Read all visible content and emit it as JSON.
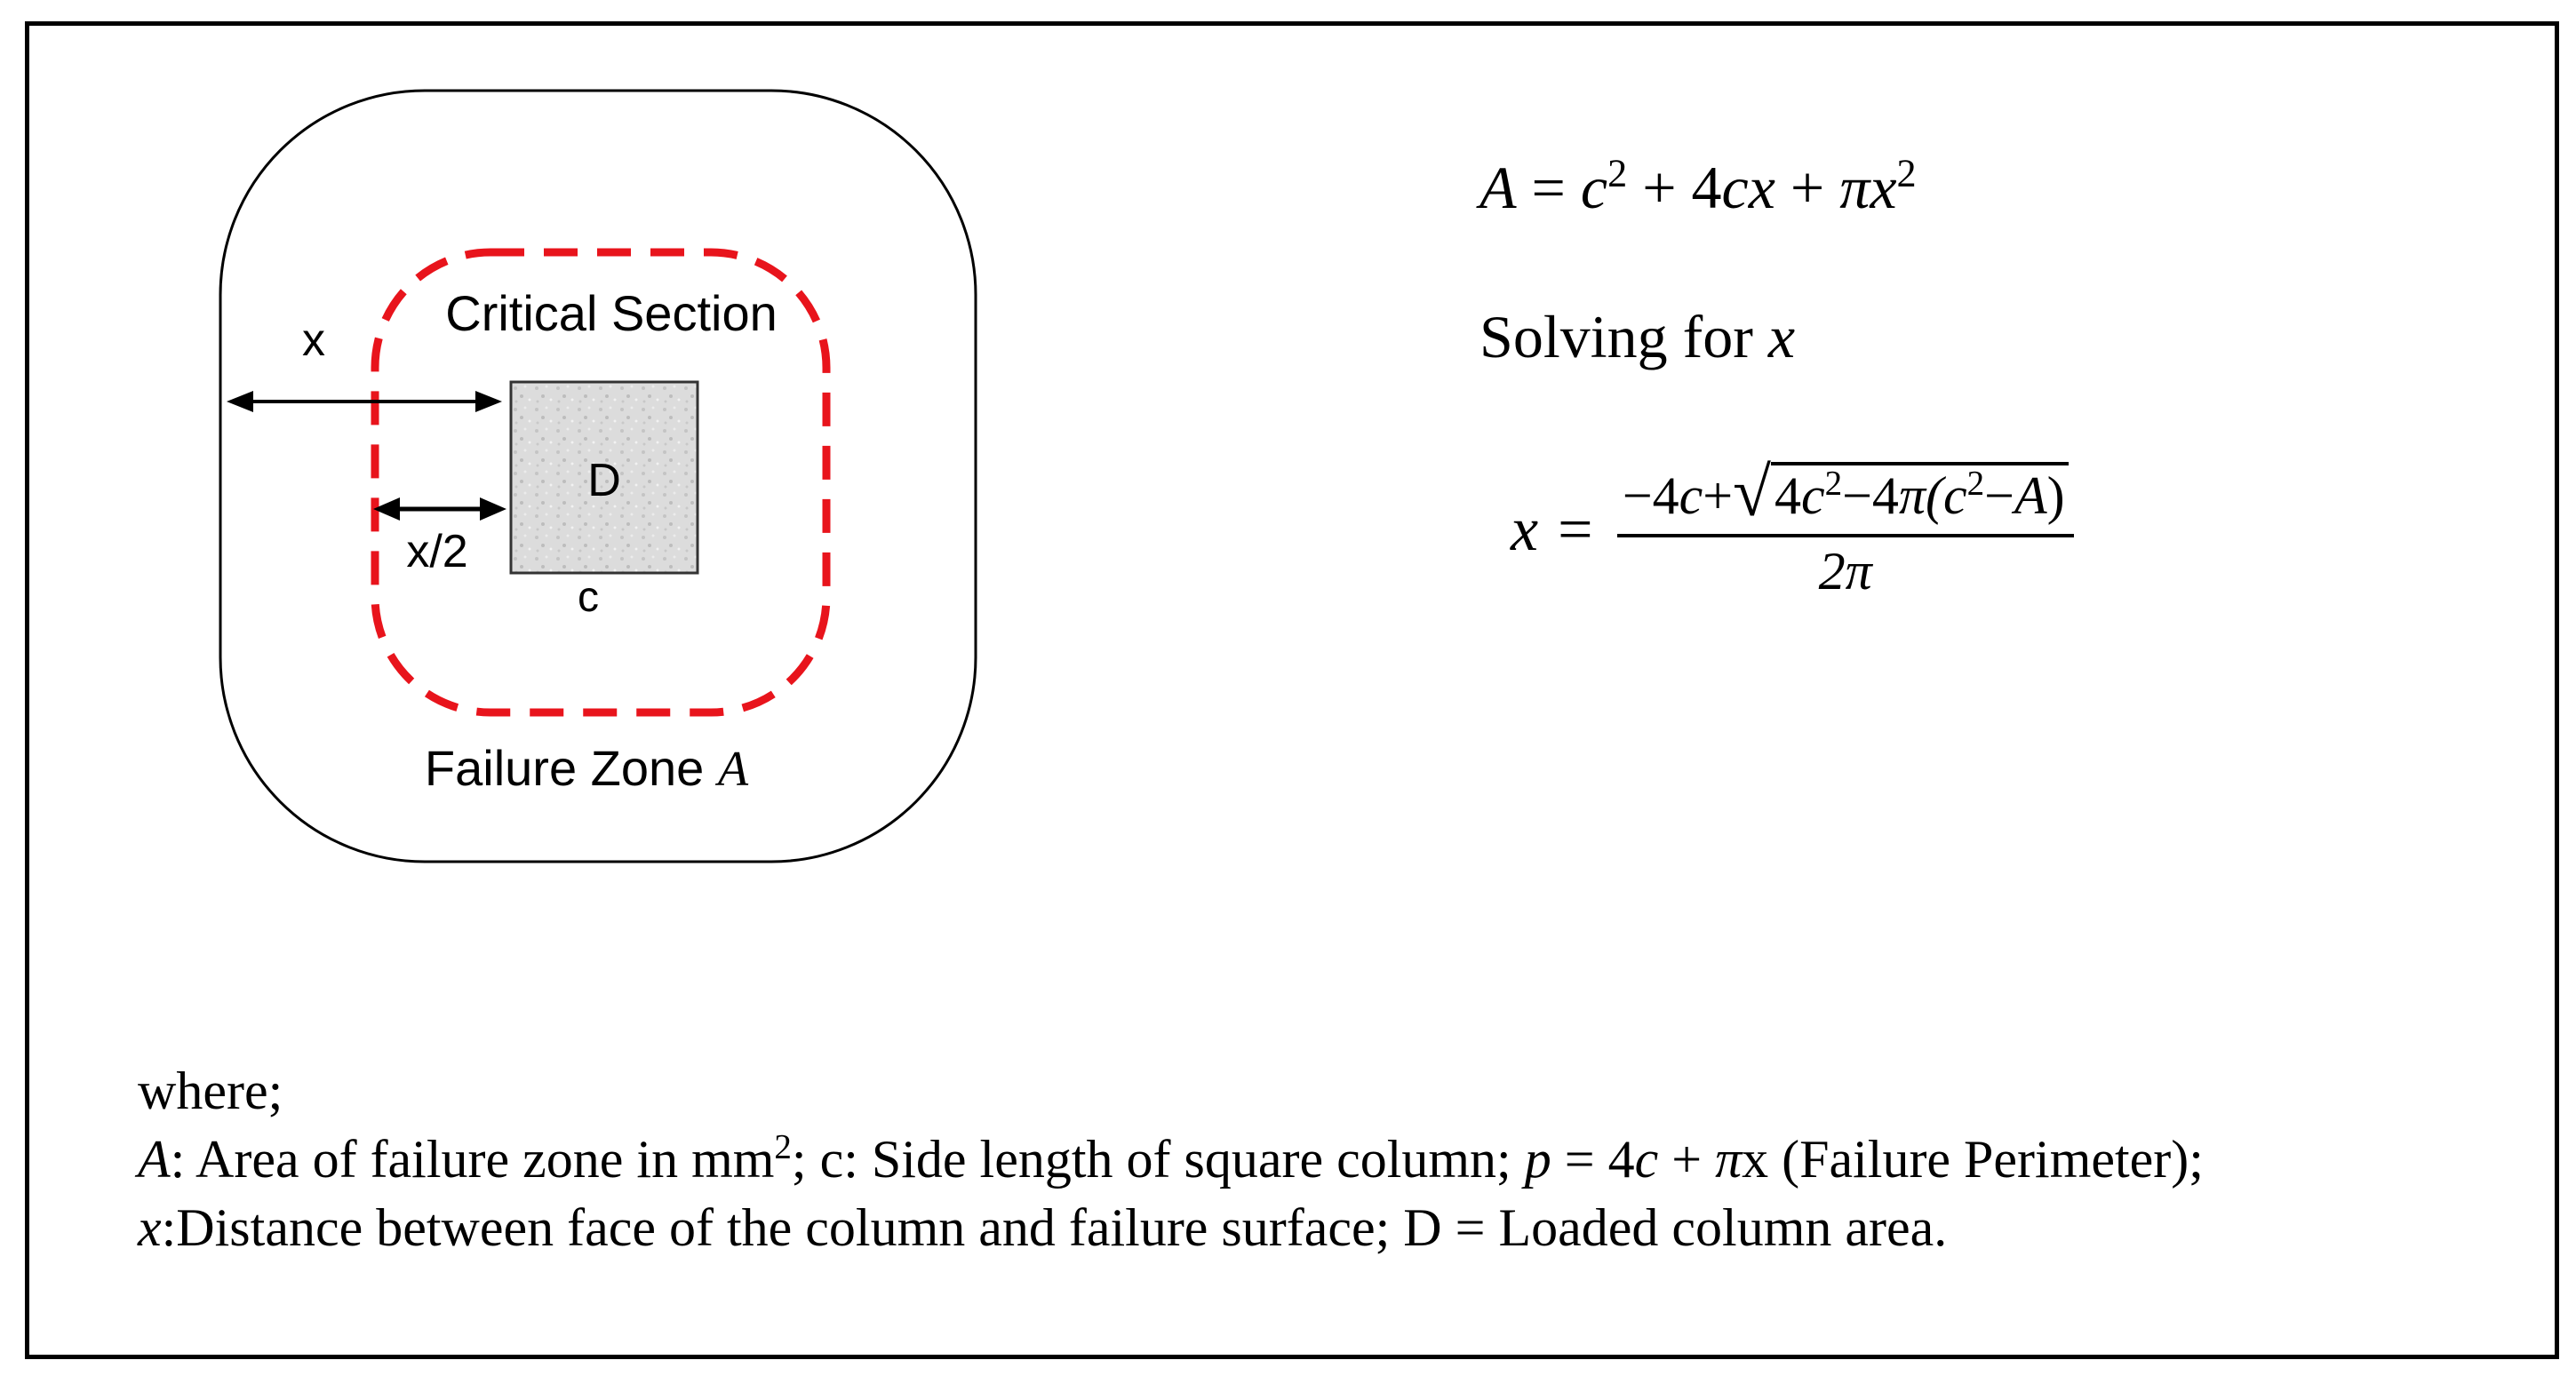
{
  "diagram": {
    "label_x": "x",
    "label_critical_section": "Critical Section",
    "label_D": "D",
    "label_x_half": "x/2",
    "label_c": "c",
    "label_failure_zone_prefix": "Failure Zone ",
    "label_failure_zone_var": "A",
    "colors": {
      "critical_section": "#e8141c",
      "outline": "#000000",
      "column_fill": "#d9d9d9"
    }
  },
  "equations": {
    "area": {
      "A": "A",
      "eq": " = ",
      "c": "c",
      "two": "2",
      "plus1": " + 4",
      "cx": "cx",
      "plus2": " + ",
      "pix": "πx",
      "two_b": "2"
    },
    "solving_text": "Solving for ",
    "solving_var": "x",
    "solution": {
      "lhs": "x =",
      "num_pre": "−4",
      "num_c": "c",
      "num_plus": "+",
      "rad_a": "4",
      "rad_c1": "c",
      "rad_sq1": "2",
      "rad_b": "−4",
      "rad_pi": "π(",
      "rad_c2": "c",
      "rad_sq2": "2",
      "rad_minus": "−",
      "rad_A": "A",
      "rad_close": ")",
      "den": "2π"
    }
  },
  "legend": {
    "line1": "where;",
    "line2": {
      "A": "A",
      "t1": ": Area of failure zone in mm",
      "sq": "2",
      "t2": "; c: Side length of square column; ",
      "p": "p",
      "t3": " = 4",
      "c": "c",
      "t4": " + ",
      "pi": "π",
      "t5": "x  (Failure Perimeter);"
    },
    "line3": {
      "x": "x",
      "t1": ":Distance between face of the column and failure surface; D = Loaded column area."
    }
  }
}
